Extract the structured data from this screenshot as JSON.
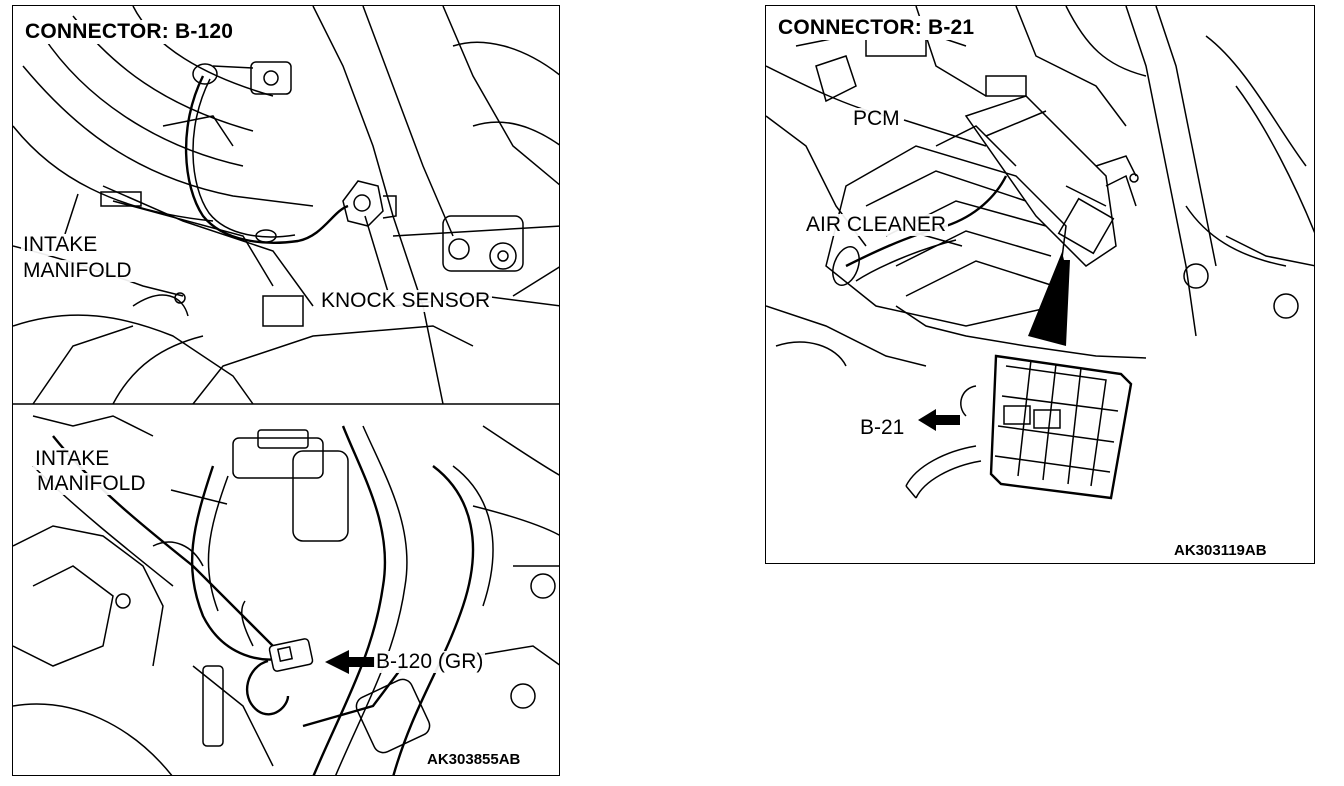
{
  "left_panel": {
    "title": "CONNECTOR: B-120",
    "top_view": {
      "intake_manifold_line1": "INTAKE",
      "intake_manifold_line2": "MANIFOLD",
      "knock_sensor": "KNOCK SENSOR"
    },
    "bottom_view": {
      "intake_manifold_line1": "INTAKE",
      "intake_manifold_line2": "MANIFOLD",
      "connector_callout": "B-120 (GR)"
    },
    "figure_code": "AK303855AB"
  },
  "right_panel": {
    "title": "CONNECTOR: B-21",
    "pcm": "PCM",
    "air_cleaner": "AIR CLEANER",
    "connector_callout": "B-21",
    "figure_code": "AK303119AB"
  },
  "colors": {
    "ink": "#000000",
    "paper": "#ffffff"
  }
}
